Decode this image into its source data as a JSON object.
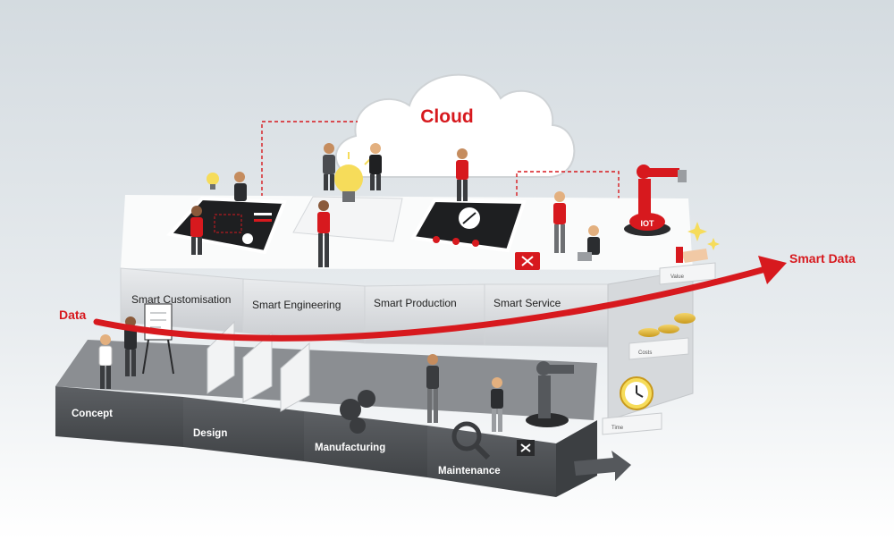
{
  "cloud": {
    "label": "Cloud"
  },
  "data_arrow": {
    "start_label": "Data",
    "end_label": "Smart Data"
  },
  "top_layer": [
    {
      "label": "Smart Customisation"
    },
    {
      "label": "Smart Engineering"
    },
    {
      "label": "Smart Production"
    },
    {
      "label": "Smart Service"
    }
  ],
  "bottom_layer": [
    {
      "label": "Concept"
    },
    {
      "label": "Design"
    },
    {
      "label": "Manufacturing"
    },
    {
      "label": "Maintenance"
    }
  ],
  "robot_badge": {
    "label": "IOT"
  },
  "side_steps": [
    {
      "label": "Value"
    },
    {
      "label": "Costs"
    },
    {
      "label": "Time"
    }
  ],
  "colors": {
    "accent_red": "#d7191e",
    "dark_block": "#55585c",
    "light_block": "#f2f3f4",
    "background": "#dfe4e8"
  },
  "icons": [
    "lightbulb-icon",
    "cloud-icon",
    "gear-icon",
    "robot-arm-icon",
    "magnifier-icon",
    "clock-icon",
    "coins-icon",
    "toolbox-icon",
    "hand-icon",
    "sparkle-icon"
  ]
}
